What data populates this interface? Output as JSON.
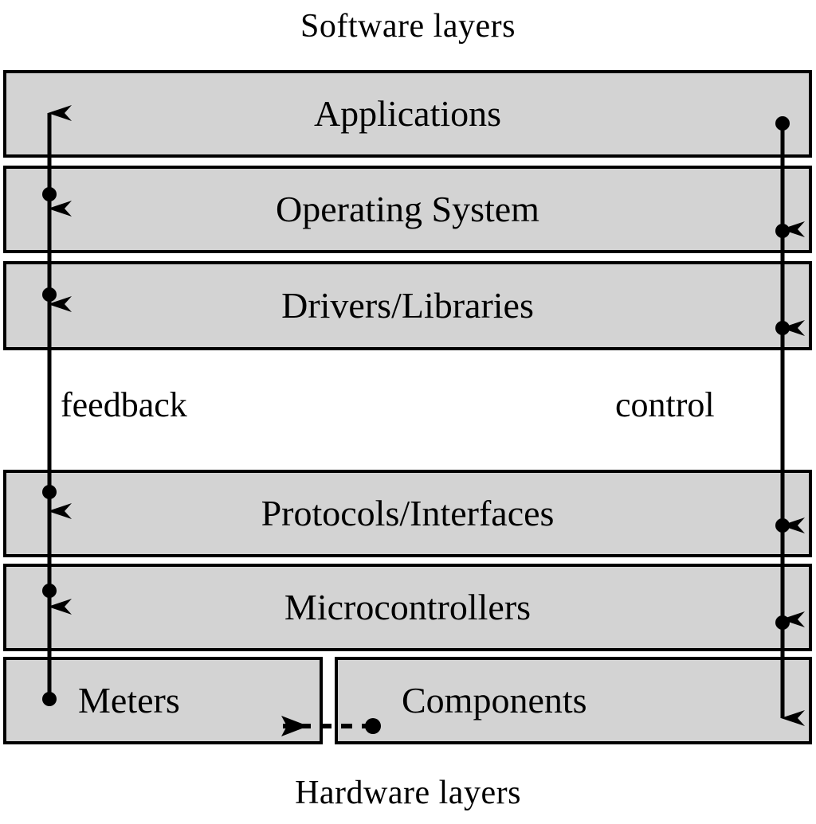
{
  "captions": {
    "top": "Software layers",
    "bottom": "Hardware layers"
  },
  "layers": [
    {
      "id": "applications",
      "label": "Applications",
      "group": "software"
    },
    {
      "id": "os",
      "label": "Operating System",
      "group": "software"
    },
    {
      "id": "drivers",
      "label": "Drivers/Libraries",
      "group": "software"
    },
    {
      "id": "protocols",
      "label": "Protocols/Interfaces",
      "group": "hardware"
    },
    {
      "id": "micro",
      "label": "Microcontrollers",
      "group": "hardware"
    },
    {
      "id": "meters",
      "label": "Meters",
      "group": "hardware"
    },
    {
      "id": "components",
      "label": "Components",
      "group": "hardware"
    }
  ],
  "flows": {
    "feedback": {
      "label": "feedback",
      "direction": "upward",
      "style": "solid"
    },
    "control": {
      "label": "control",
      "direction": "downward",
      "style": "solid"
    },
    "sense": {
      "label": "",
      "direction": "leftward",
      "style": "dashed"
    }
  },
  "colors": {
    "box_fill": "#d3d3d3",
    "box_border": "#000000",
    "background": "#ffffff",
    "arrow": "#000000"
  }
}
